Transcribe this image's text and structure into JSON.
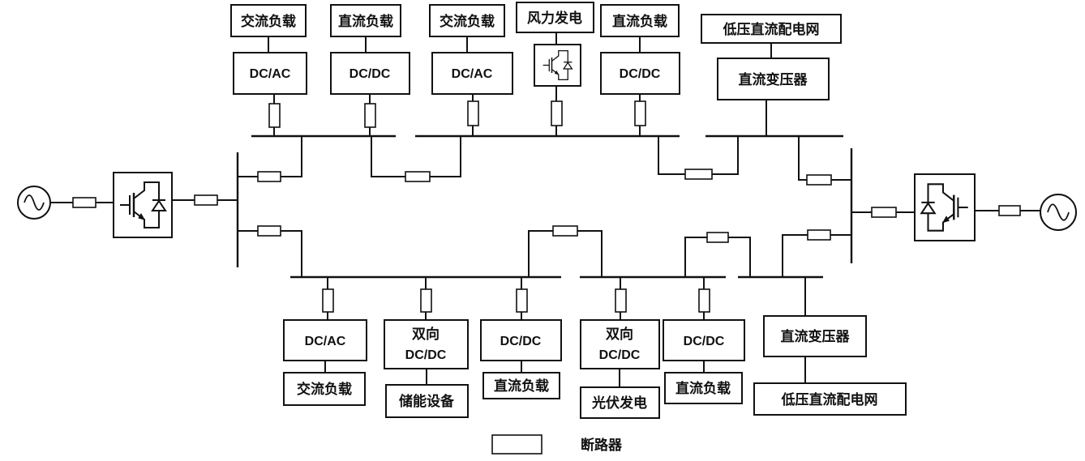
{
  "top_branches": [
    {
      "converter": "DC/AC",
      "load": "交流负载"
    },
    {
      "converter": "DC/DC",
      "load": "直流负载"
    },
    {
      "converter": "DC/AC",
      "load": "交流负载"
    },
    {
      "converter_icon": "igbt-converter-icon",
      "load": "风力发电"
    },
    {
      "converter": "DC/DC",
      "load": "直流负载"
    },
    {
      "converter": "直流变压器",
      "load": "低压直流配电网"
    }
  ],
  "bottom_branches": [
    {
      "converter": [
        "DC/AC"
      ],
      "load": "交流负载"
    },
    {
      "converter": [
        "双向",
        "DC/DC"
      ],
      "load": "储能设备"
    },
    {
      "converter": [
        "DC/DC"
      ],
      "load": "直流负载"
    },
    {
      "converter": [
        "双向",
        "DC/DC"
      ],
      "load": "光伏发电"
    },
    {
      "converter": [
        "DC/DC"
      ],
      "load": "直流负载"
    },
    {
      "converter": [
        "直流变压器"
      ],
      "load": "低压直流配电网"
    }
  ],
  "ac_grid": {
    "left_source_icon": "ac-source-icon",
    "left_converter_icon": "igbt-converter-icon",
    "right_source_icon": "ac-source-icon",
    "right_converter_icon": "igbt-converter-icon"
  },
  "legend": {
    "breaker_icon": "breaker-icon",
    "breaker_label": "断路器"
  },
  "colors": {
    "line": "#111111",
    "background": "#ffffff"
  }
}
